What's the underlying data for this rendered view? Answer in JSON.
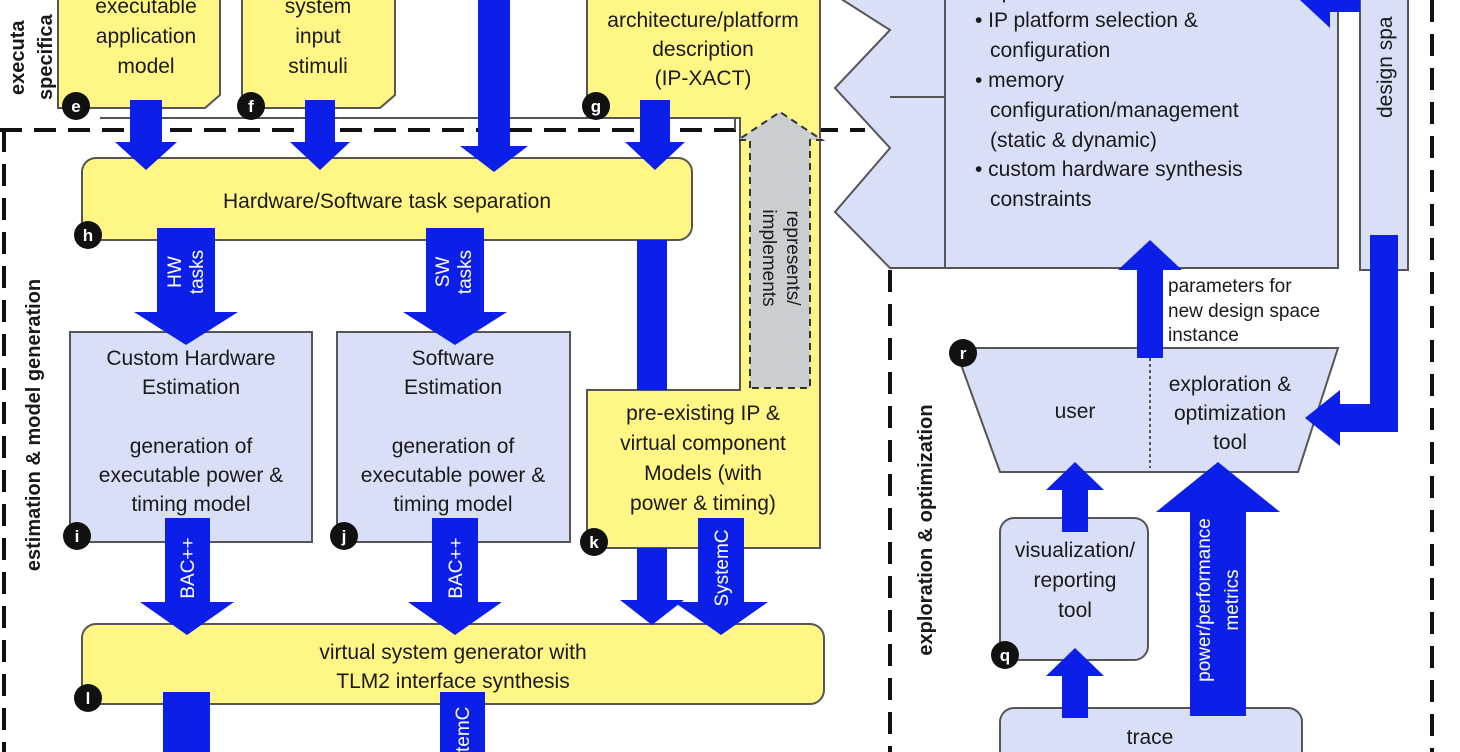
{
  "boxes": {
    "exec_app_model": [
      "executable",
      "application",
      "model"
    ],
    "system_input": [
      "system",
      "input",
      "stimuli"
    ],
    "arch_platform": [
      "architecture/platform",
      "description",
      "(IP-XACT)"
    ],
    "hw_sw_sep": "Hardware/Software task separation",
    "custom_hw_est": [
      "Custom Hardware",
      "Estimation",
      "",
      "generation of",
      "executable power &",
      "timing model"
    ],
    "sw_est": [
      "Software",
      "Estimation",
      "",
      "generation of",
      "executable power &",
      "timing model"
    ],
    "preexisting_ip": [
      "pre-existing IP &",
      "virtual component",
      "Models (with",
      "power & timing)"
    ],
    "represents": [
      "represents/",
      "implements"
    ],
    "virtual_sys_gen": [
      "virtual system generator with",
      "TLM2 interface synthesis"
    ],
    "design_params": [
      "• IP platform selection &",
      "configuration",
      "• memory",
      "configuration/management",
      "(static & dynamic)",
      "• custom hardware synthesis",
      "constraints"
    ],
    "design_params_partial": "optimizations",
    "design_space": "design spa",
    "params_new": [
      "parameters for",
      "new design space",
      "instance"
    ],
    "user": "user",
    "exploration_tool": [
      "exploration &",
      "optimization",
      "tool"
    ],
    "visualization": [
      "visualization/",
      "reporting",
      "tool"
    ],
    "trace": "trace"
  },
  "arrows": {
    "hw_tasks": [
      "HW",
      "tasks"
    ],
    "sw_tasks": [
      "SW",
      "tasks"
    ],
    "bac_1": "BAC++",
    "bac_2": "BAC++",
    "systemc_1": "SystemC",
    "systemc_2": "temC",
    "power_metrics": [
      "power/performance",
      "metrics"
    ]
  },
  "regions": {
    "executable_spec": [
      "executa",
      "specifica"
    ],
    "estimation": "estimation & model generation",
    "exploration": "exploration & optimization"
  },
  "badges": [
    "e",
    "f",
    "g",
    "h",
    "i",
    "j",
    "k",
    "l",
    "r",
    "q"
  ],
  "colors": {
    "yellow": "#fff685",
    "lavender": "#dadff8",
    "gray": "#cbced1",
    "blue": "#0b1fe8",
    "outline": "#555555"
  }
}
